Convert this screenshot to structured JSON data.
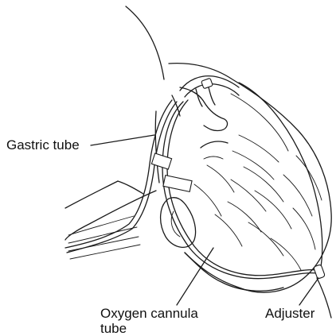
{
  "labels": {
    "gastric_tube": "Gastric tube",
    "oxygen_cannula_line1": "Oxygen cannula",
    "oxygen_cannula_line2": "tube",
    "adjuster": "Adjuster"
  },
  "colors": {
    "line": "#1a1a1a",
    "background": "#ffffff"
  }
}
